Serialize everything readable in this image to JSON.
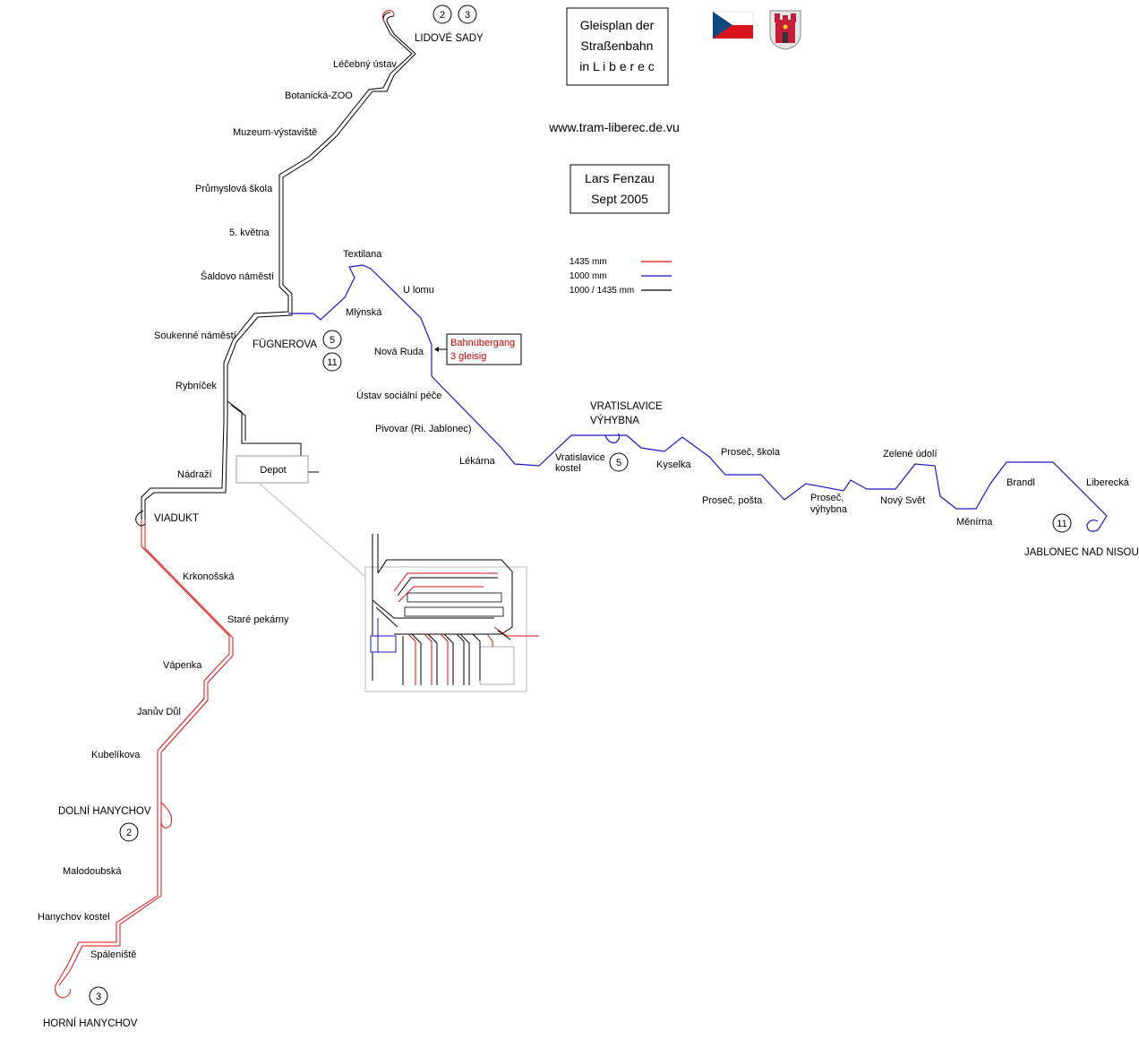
{
  "title": {
    "line1": "Gleisplan der",
    "line2": "Straßenbahn",
    "line3": "in L i b e r e c"
  },
  "url": "www.tram-liberec.de.vu",
  "author": {
    "name": "Lars Fenzau",
    "date": "Sept 2005"
  },
  "legend": [
    {
      "label": "1435 mm",
      "color": "#dd1111"
    },
    {
      "label": "1000 mm",
      "color": "#1919c8"
    },
    {
      "label": "1000 / 1435 mm",
      "color": "#000000"
    }
  ],
  "stops": {
    "lidove_sady": "LIDOVÉ SADY",
    "lecebny_ustav": "Léčebný ústav",
    "botanicka_zoo": "Botanická-ZOO",
    "muzeum": "Muzeum-výstaviště",
    "prumyslova": "Průmyslová škola",
    "kvetna": "5. května",
    "saldovo": "Šaldovo náměstí",
    "soukenne": "Soukenné náměstí",
    "fugnerova": "FÜGNEROVA",
    "rybnicek": "Rybníček",
    "nadrazi": "Nádraží",
    "depot": "Depot",
    "viadukt": "VIADUKT",
    "krkonosska": "Krkonošská",
    "stare_pekarny": "Staré pekárny",
    "vapenka": "Vápenka",
    "januv_dul": "Janův Důl",
    "kubelikova": "Kubelíkova",
    "dolni_hanychov": "DOLNÍ HANYCHOV",
    "malodoubska": "Malodoubská",
    "hanychov_kostel": "Hanychov kostel",
    "spaleniste": "Spáleniště",
    "horni_hanychov": "HORNÍ HANYCHOV",
    "textilana": "Textilana",
    "u_lomu": "U lomu",
    "mlynska": "Mlýnská",
    "nova_ruda": "Nová Ruda",
    "ustav_socialni": "Ústav sociální péče",
    "pivovar": "Pivovar (Ri. Jablonec)",
    "lekarna": "Lékárna",
    "vratislavice_vyhybna_1": "VRATISLAVICE",
    "vratislavice_vyhybna_2": "VÝHYBNA",
    "vratislavice_kostel_1": "Vratislavice",
    "vratislavice_kostel_2": "kostel",
    "kyselka": "Kyselka",
    "prosec_skola": "Proseč, škola",
    "prosec_posta": "Proseč, pošta",
    "prosec_vyhybna_1": "Proseč,",
    "prosec_vyhybna_2": "výhybna",
    "novy_svet": "Nový Svět",
    "zelene_udoli": "Zelené údolí",
    "menirna": "Měnírna",
    "brandl": "Brandl",
    "liberecka": "Liberecká",
    "jablonec": "JABLONEC NAD NISOU"
  },
  "crossing_note": {
    "line1": "Bahnübergang",
    "line2": "3 gleisig"
  },
  "line_numbers": {
    "lidove_a": "2",
    "lidove_b": "3",
    "fugnerova_a": "5",
    "fugnerova_b": "11",
    "vratislavice": "5",
    "jablonec": "11",
    "dolni_hanychov": "2",
    "horni_hanychov": "3"
  },
  "colors": {
    "standard_gauge": "#dd1111",
    "meter_gauge": "#1919c8",
    "dual_gauge": "#000000"
  }
}
